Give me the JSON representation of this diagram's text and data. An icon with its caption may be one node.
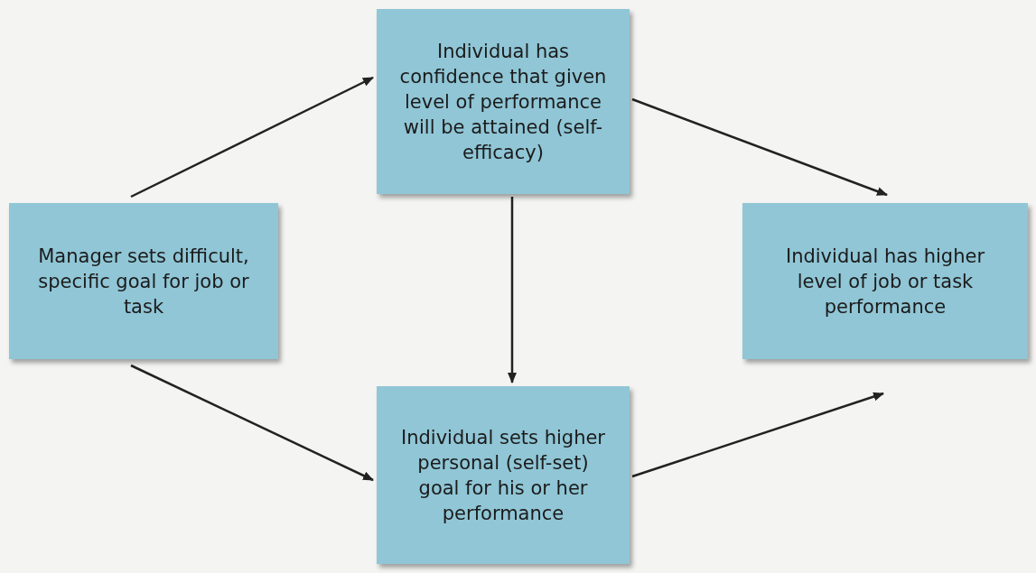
{
  "diagram": {
    "nodes": [
      {
        "text": [
          "Manager sets difficult, specific goal for job or task"
        ]
      },
      {
        "text": [
          "Individual has confidence that given level of performance will be attained (self-efficacy)"
        ]
      },
      {
        "text": [
          "Individual sets higher personal (self-set) goal for his or her performance"
        ]
      },
      {
        "text": [
          "Individual has higher level of job or task performance"
        ]
      }
    ],
    "edges": [
      {
        "from": 0,
        "to": 1,
        "arrow": "to"
      },
      {
        "from": 0,
        "to": 2,
        "arrow": "to"
      },
      {
        "from": 1,
        "to": 2,
        "arrow": "to"
      },
      {
        "from": 1,
        "to": 3,
        "arrow": "to"
      },
      {
        "from": 2,
        "to": 3,
        "arrow": "to"
      }
    ]
  }
}
